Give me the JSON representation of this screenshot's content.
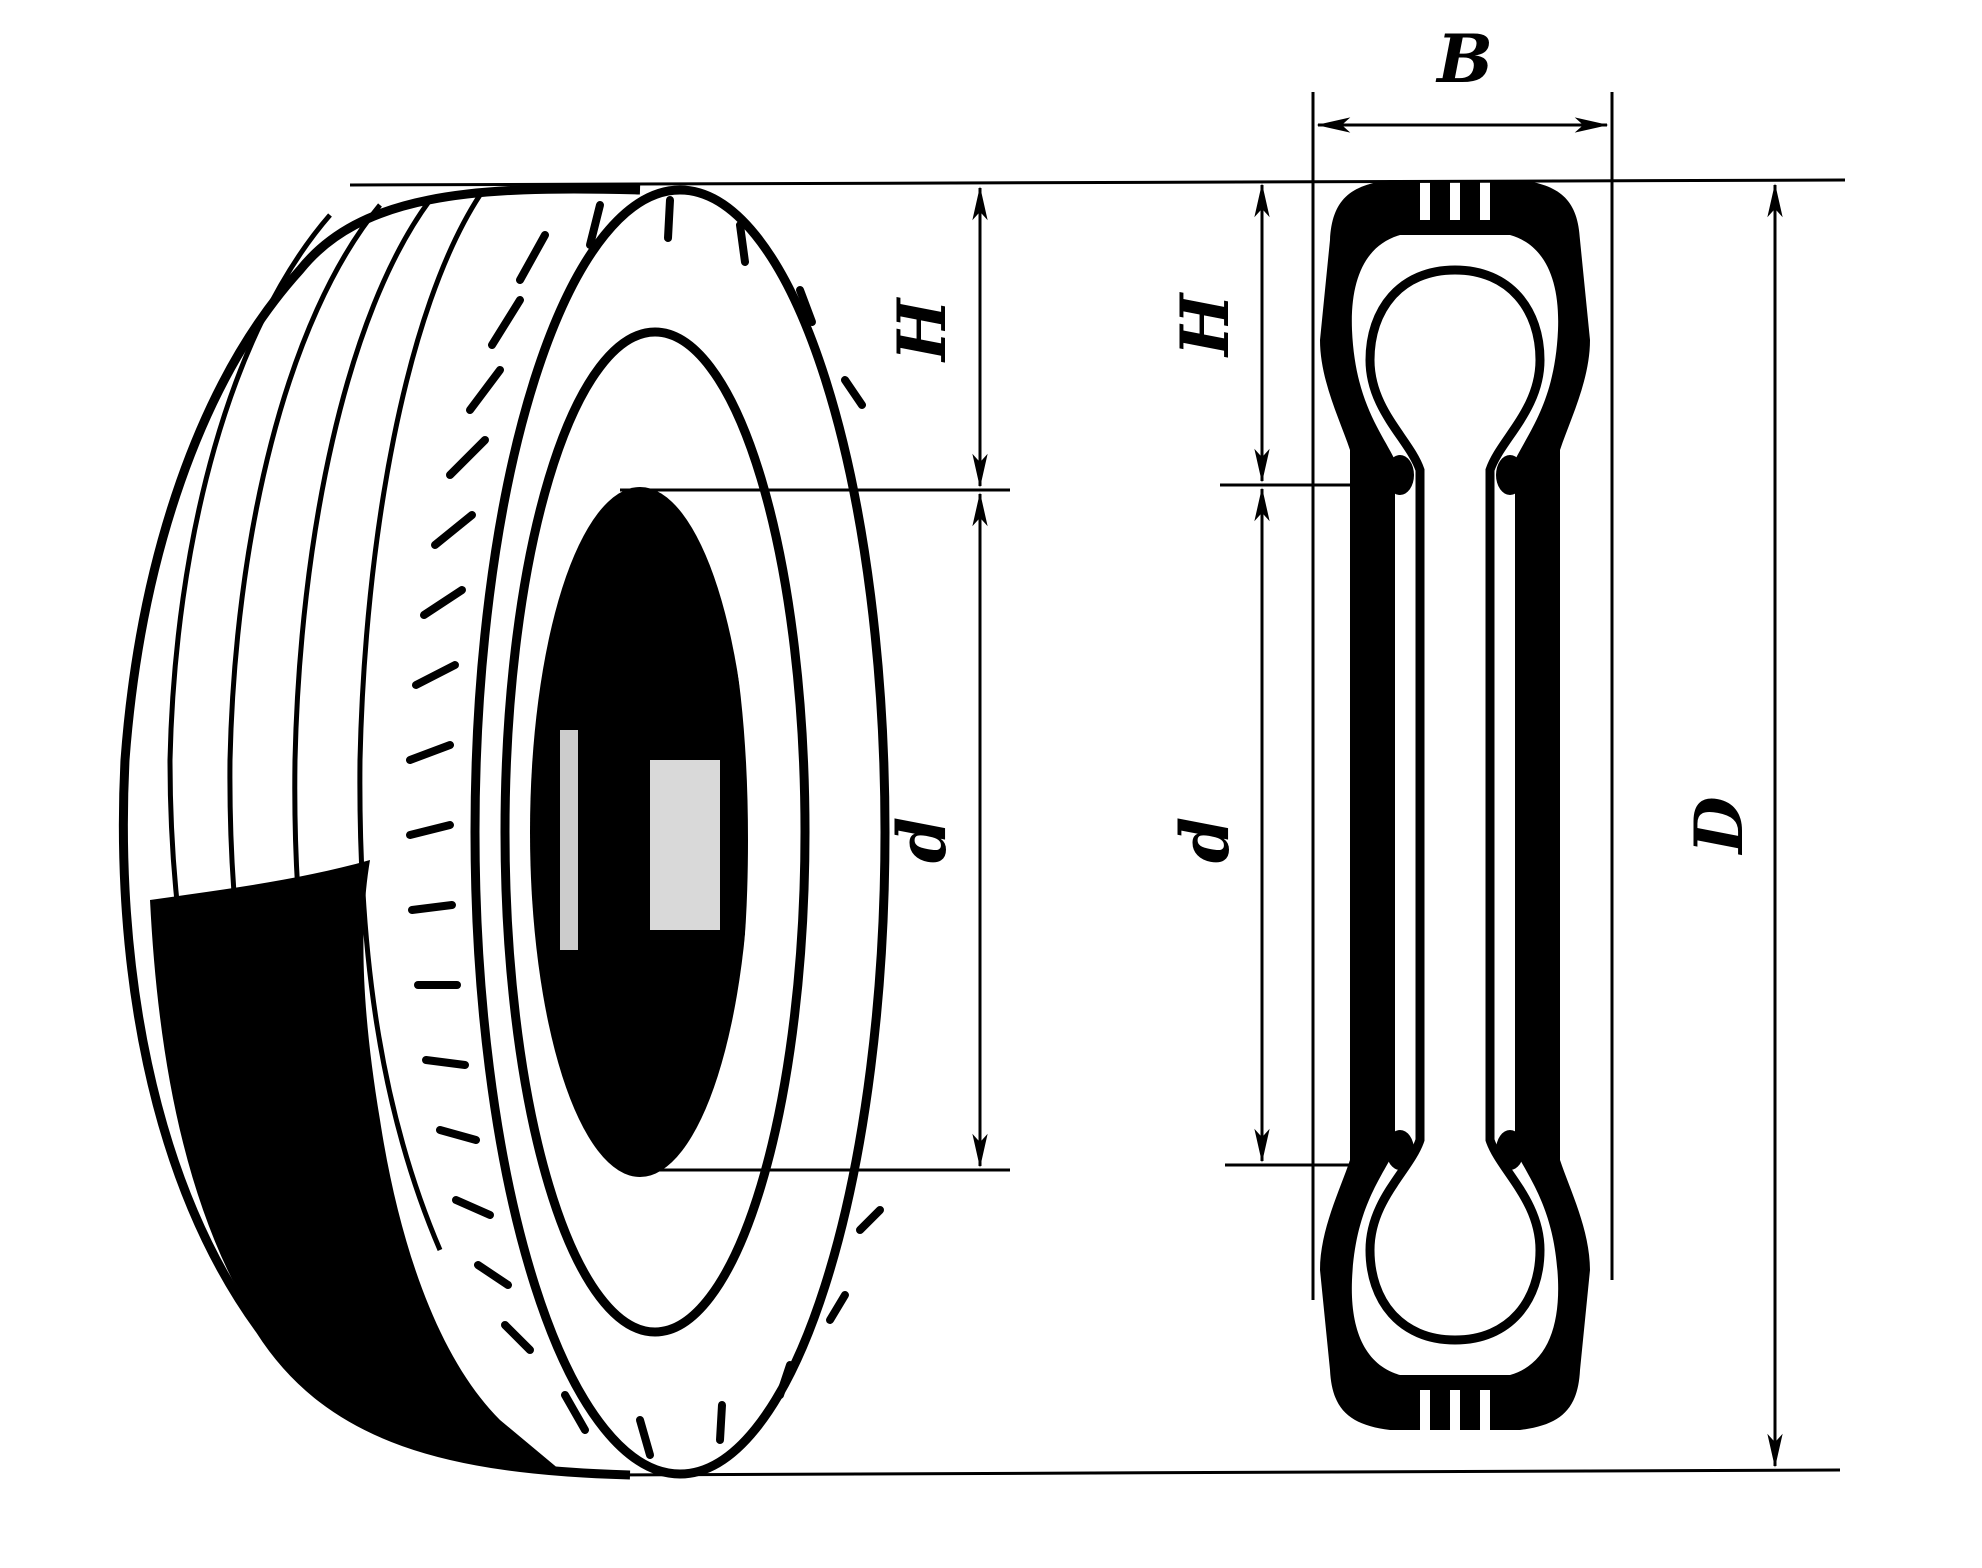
{
  "labels": {
    "width": "B",
    "section_height_left": "H",
    "section_height_right": "H",
    "rim_diameter_left": "d",
    "rim_diameter_right": "d",
    "outer_diameter": "D"
  },
  "colors": {
    "ink": "#000000",
    "paper": "#ffffff"
  }
}
